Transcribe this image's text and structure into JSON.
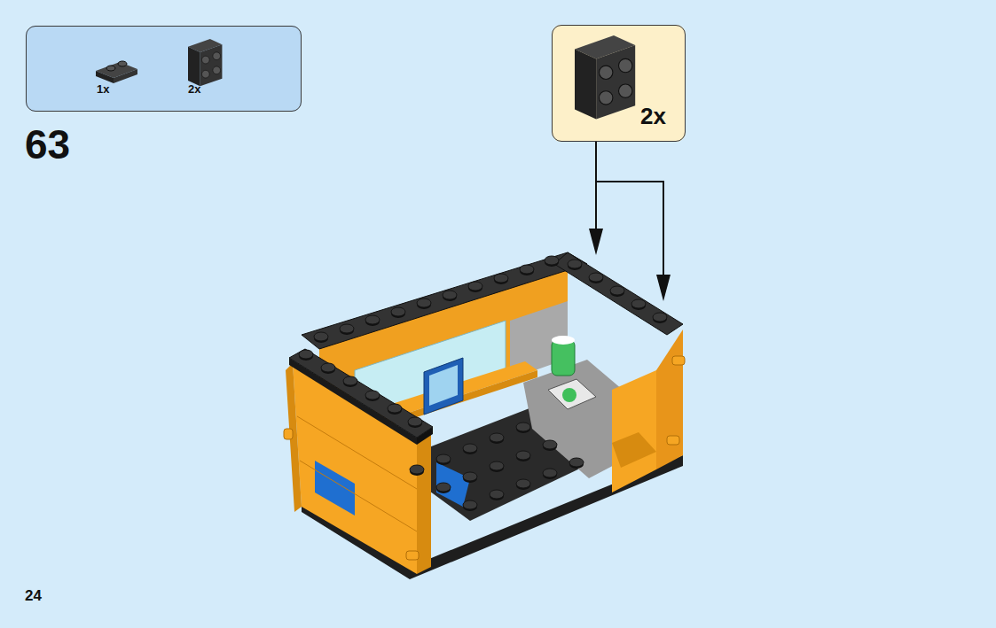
{
  "diagram": {
    "nodes": [
      {
        "text": [
          "1x",
          "2x"
        ]
      },
      {
        "text": [
          "2x"
        ]
      }
    ],
    "labels": [
      "63",
      "24"
    ]
  }
}
